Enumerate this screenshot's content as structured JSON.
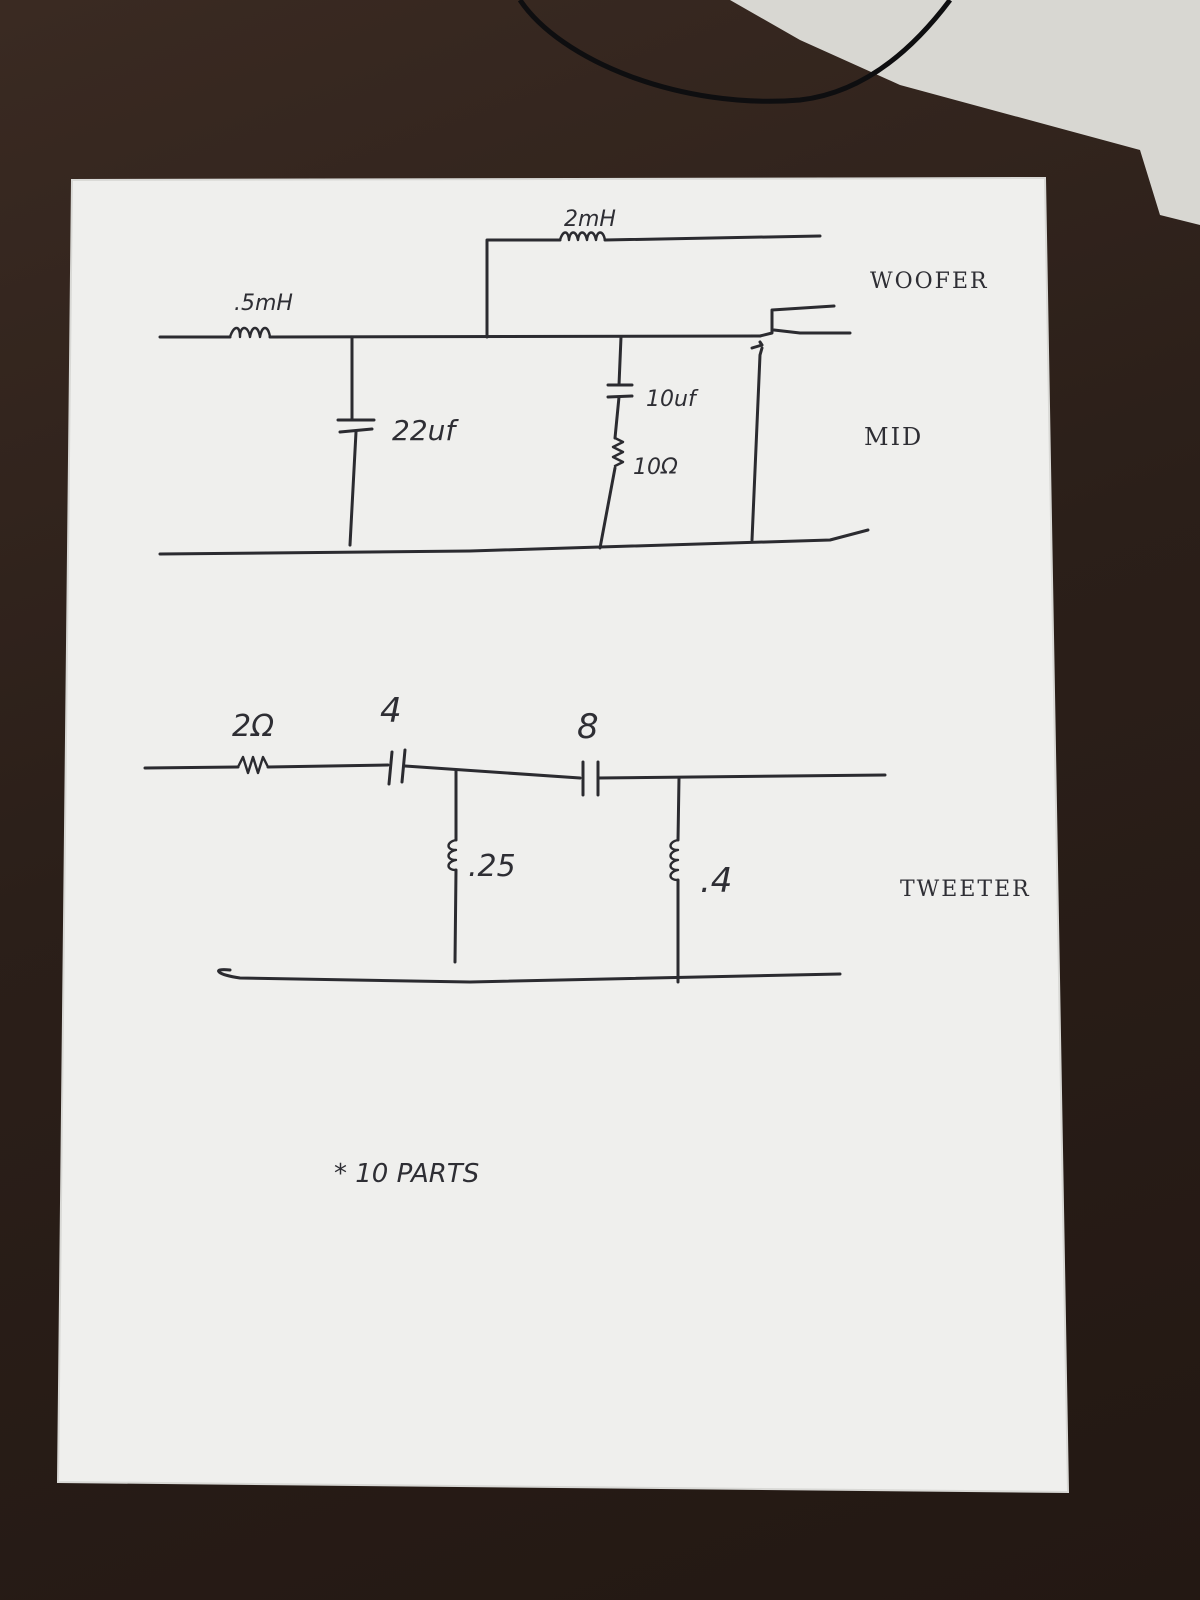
{
  "woofer_mid": {
    "series_inductor": ".5mH",
    "top_inductor": "2mH",
    "shunt_capacitor": "22uf",
    "rc_capacitor": "10uf",
    "rc_resistor": "10Ω",
    "woofer_label": "WOOFER",
    "mid_label": "MID"
  },
  "tweeter": {
    "series_resistor": "2Ω",
    "capacitor_1": "4",
    "capacitor_2": "8",
    "shunt_inductor_1": ".25",
    "shunt_inductor_2": ".4",
    "tweeter_label": "TWEETER"
  },
  "footnote": "* 10 PARTS",
  "colors": {
    "ink": "#2b2b30",
    "paper": "#f3f3f1",
    "desk": "#2b1f19"
  }
}
